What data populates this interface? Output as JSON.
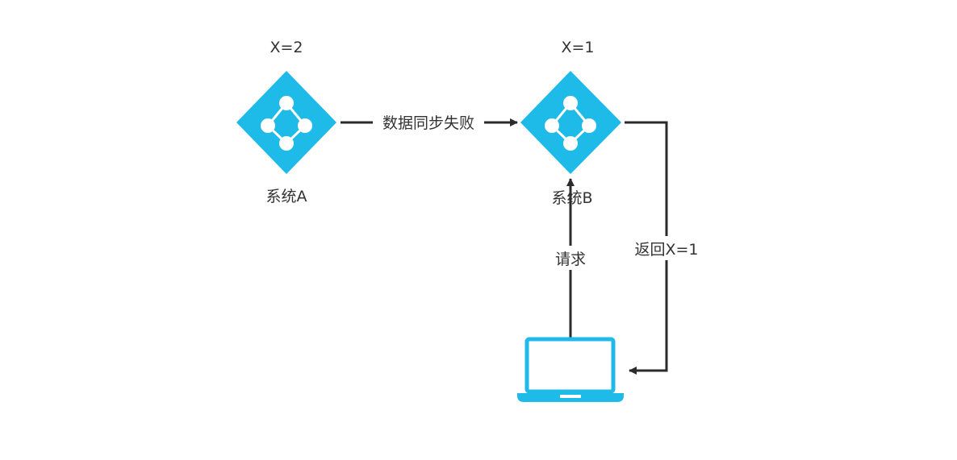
{
  "system_a": {
    "value_label": "X=2",
    "name": "系统A",
    "icon": "network-node-icon"
  },
  "system_b": {
    "value_label": "X=1",
    "name": "系统B",
    "icon": "network-node-icon"
  },
  "client": {
    "icon": "laptop-icon"
  },
  "edges": {
    "sync_label": "数据同步失败",
    "request_label": "请求",
    "response_label": "返回X=1"
  },
  "colors": {
    "node": "#1ebae8",
    "line": "#2b2b2b",
    "text": "#333333"
  }
}
